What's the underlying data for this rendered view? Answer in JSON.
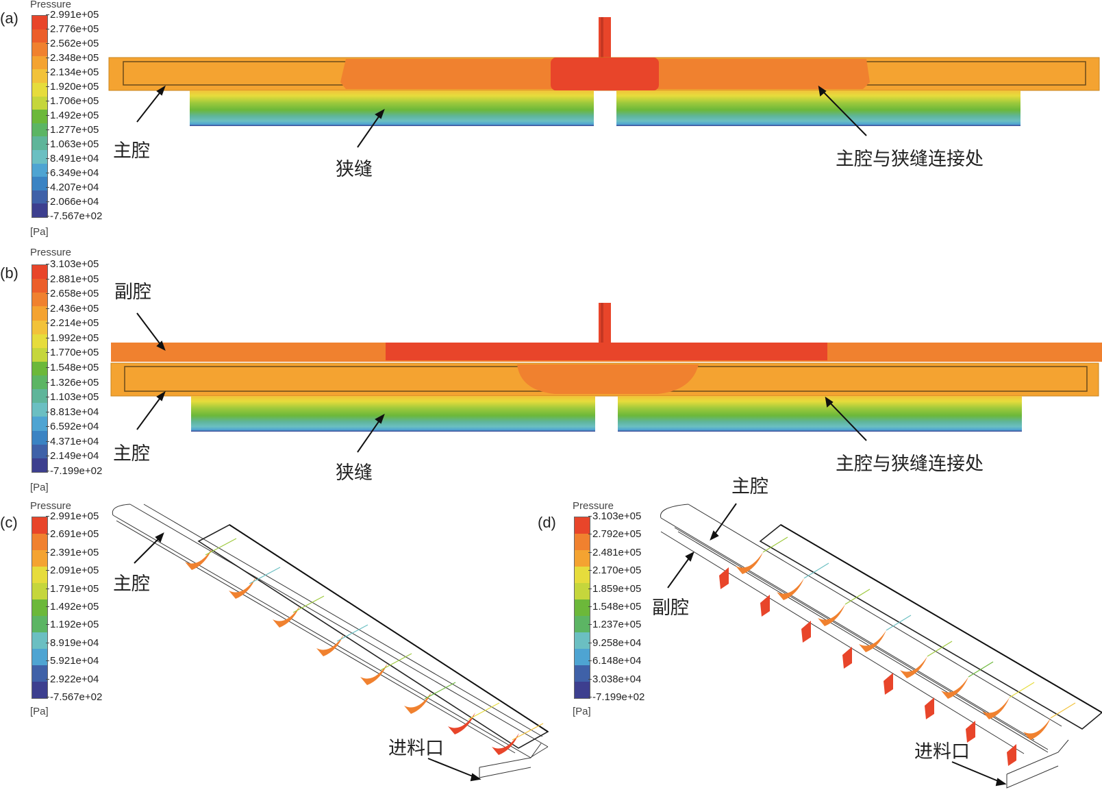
{
  "legend_colors": [
    "#e8452a",
    "#ec5e2a",
    "#f0812f",
    "#f4a331",
    "#f2c23a",
    "#e6dc3c",
    "#c5d63c",
    "#9dc93c",
    "#6cb83a",
    "#5cb564",
    "#5fb59a",
    "#6bbfc2",
    "#4ea4d2",
    "#3a83c3",
    "#3f61a8",
    "#3d3f8f"
  ],
  "panels": {
    "a": {
      "tag": "(a)",
      "legend": {
        "title": "Pressure",
        "unit": "[Pa]",
        "ticks": [
          "2.991e+05",
          "2.776e+05",
          "2.562e+05",
          "2.348e+05",
          "2.134e+05",
          "1.920e+05",
          "1.706e+05",
          "1.492e+05",
          "1.277e+05",
          "1.063e+05",
          "8.491e+04",
          "6.349e+04",
          "4.207e+04",
          "2.066e+04",
          "-7.567e+02"
        ]
      },
      "labels": {
        "main_cavity": "主腔",
        "slot": "狭缝",
        "junction": "主腔与狭缝连接处"
      }
    },
    "b": {
      "tag": "(b)",
      "legend": {
        "title": "Pressure",
        "unit": "[Pa]",
        "ticks": [
          "3.103e+05",
          "2.881e+05",
          "2.658e+05",
          "2.436e+05",
          "2.214e+05",
          "1.992e+05",
          "1.770e+05",
          "1.548e+05",
          "1.326e+05",
          "1.103e+05",
          "8.813e+04",
          "6.592e+04",
          "4.371e+04",
          "2.149e+04",
          "-7.199e+02"
        ]
      },
      "labels": {
        "sub_cavity": "副腔",
        "main_cavity": "主腔",
        "slot": "狭缝",
        "junction": "主腔与狭缝连接处"
      }
    },
    "c": {
      "tag": "(c)",
      "legend": {
        "title": "Pressure",
        "unit": "[Pa]",
        "ticks": [
          "2.991e+05",
          "2.691e+05",
          "2.391e+05",
          "2.091e+05",
          "1.791e+05",
          "1.492e+05",
          "1.192e+05",
          "8.919e+04",
          "5.921e+04",
          "2.922e+04",
          "-7.567e+02"
        ]
      },
      "labels": {
        "main_cavity": "主腔",
        "inlet": "进料口"
      }
    },
    "d": {
      "tag": "(d)",
      "legend": {
        "title": "Pressure",
        "unit": "[Pa]",
        "ticks": [
          "3.103e+05",
          "2.792e+05",
          "2.481e+05",
          "2.170e+05",
          "1.859e+05",
          "1.548e+05",
          "1.237e+05",
          "9.258e+04",
          "6.148e+04",
          "3.038e+04",
          "-7.199e+02"
        ]
      },
      "labels": {
        "main_cavity": "主腔",
        "sub_cavity": "副腔",
        "inlet": "进料口"
      }
    }
  }
}
